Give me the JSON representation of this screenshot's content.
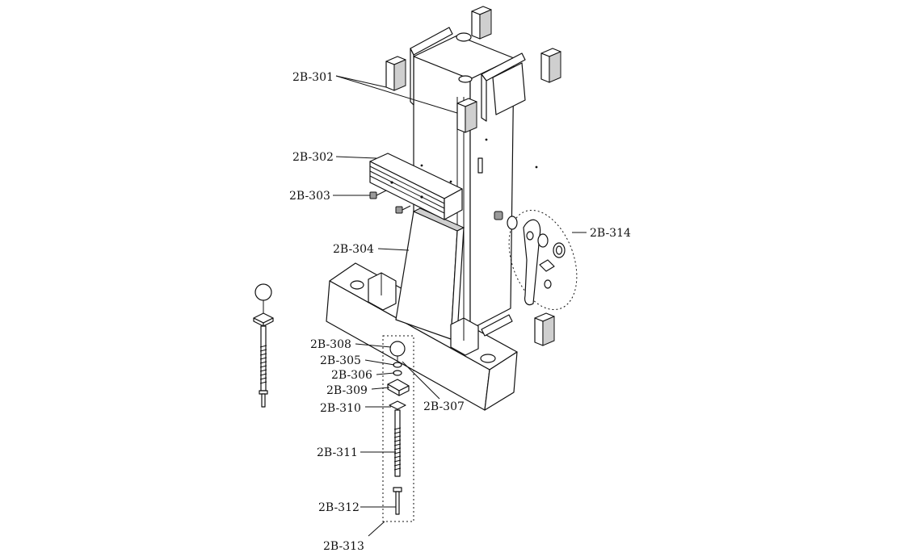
{
  "callouts": [
    {
      "id": "2B-301",
      "part": "guide-block"
    },
    {
      "id": "2B-302",
      "part": "pad-stack"
    },
    {
      "id": "2B-303",
      "part": "screw"
    },
    {
      "id": "2B-304",
      "part": "wedge-plate"
    },
    {
      "id": "2B-305",
      "part": "washer"
    },
    {
      "id": "2B-306",
      "part": "nut"
    },
    {
      "id": "2B-307",
      "part": "knob-stem"
    },
    {
      "id": "2B-308",
      "part": "ball-knob"
    },
    {
      "id": "2B-309",
      "part": "clamp-block"
    },
    {
      "id": "2B-310",
      "part": "square-washer"
    },
    {
      "id": "2B-311",
      "part": "threaded-rod"
    },
    {
      "id": "2B-312",
      "part": "rod-tip"
    },
    {
      "id": "2B-313",
      "part": "rod-assembly"
    },
    {
      "id": "2B-314",
      "part": "cam-latch"
    }
  ]
}
